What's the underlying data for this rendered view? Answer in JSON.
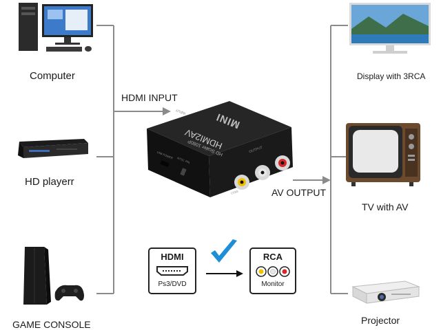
{
  "sources": [
    {
      "label": "Computer",
      "icon": "computer-icon"
    },
    {
      "label": "HD playerr",
      "icon": "blu-ray-player-icon"
    },
    {
      "label": "GAME CONSOLE",
      "icon": "game-console-icon"
    }
  ],
  "outputs": [
    {
      "label": "Display with 3RCA",
      "icon": "display-monitor-icon"
    },
    {
      "label": "TV with AV",
      "icon": "crt-tv-icon"
    },
    {
      "label": "Projector",
      "icon": "projector-icon"
    }
  ],
  "connector": {
    "input_label": "HDMI INPUT",
    "output_label": "AV OUTPUT"
  },
  "device": {
    "brand": "MINI",
    "model": "HDMI2AV",
    "subtitle": "HD Scaler 1080P",
    "input_marking": "INPUT",
    "output_marking": "OUTPUT",
    "switch_marking_1": "NTSC",
    "switch_marking_2": "PAL",
    "power_marking": "USB POWER",
    "cvbs_marking": "CVBS"
  },
  "legend": {
    "hdmi_title": "HDMI",
    "hdmi_caption": "Ps3/DVD",
    "rca_title": "RCA",
    "rca_caption": "Monitor"
  },
  "colors": {
    "line": "#8a8a8a",
    "check": "#1e8fd6",
    "rca_red": "#d62828",
    "rca_white": "#e8e8e8",
    "rca_yellow": "#f2c200"
  }
}
